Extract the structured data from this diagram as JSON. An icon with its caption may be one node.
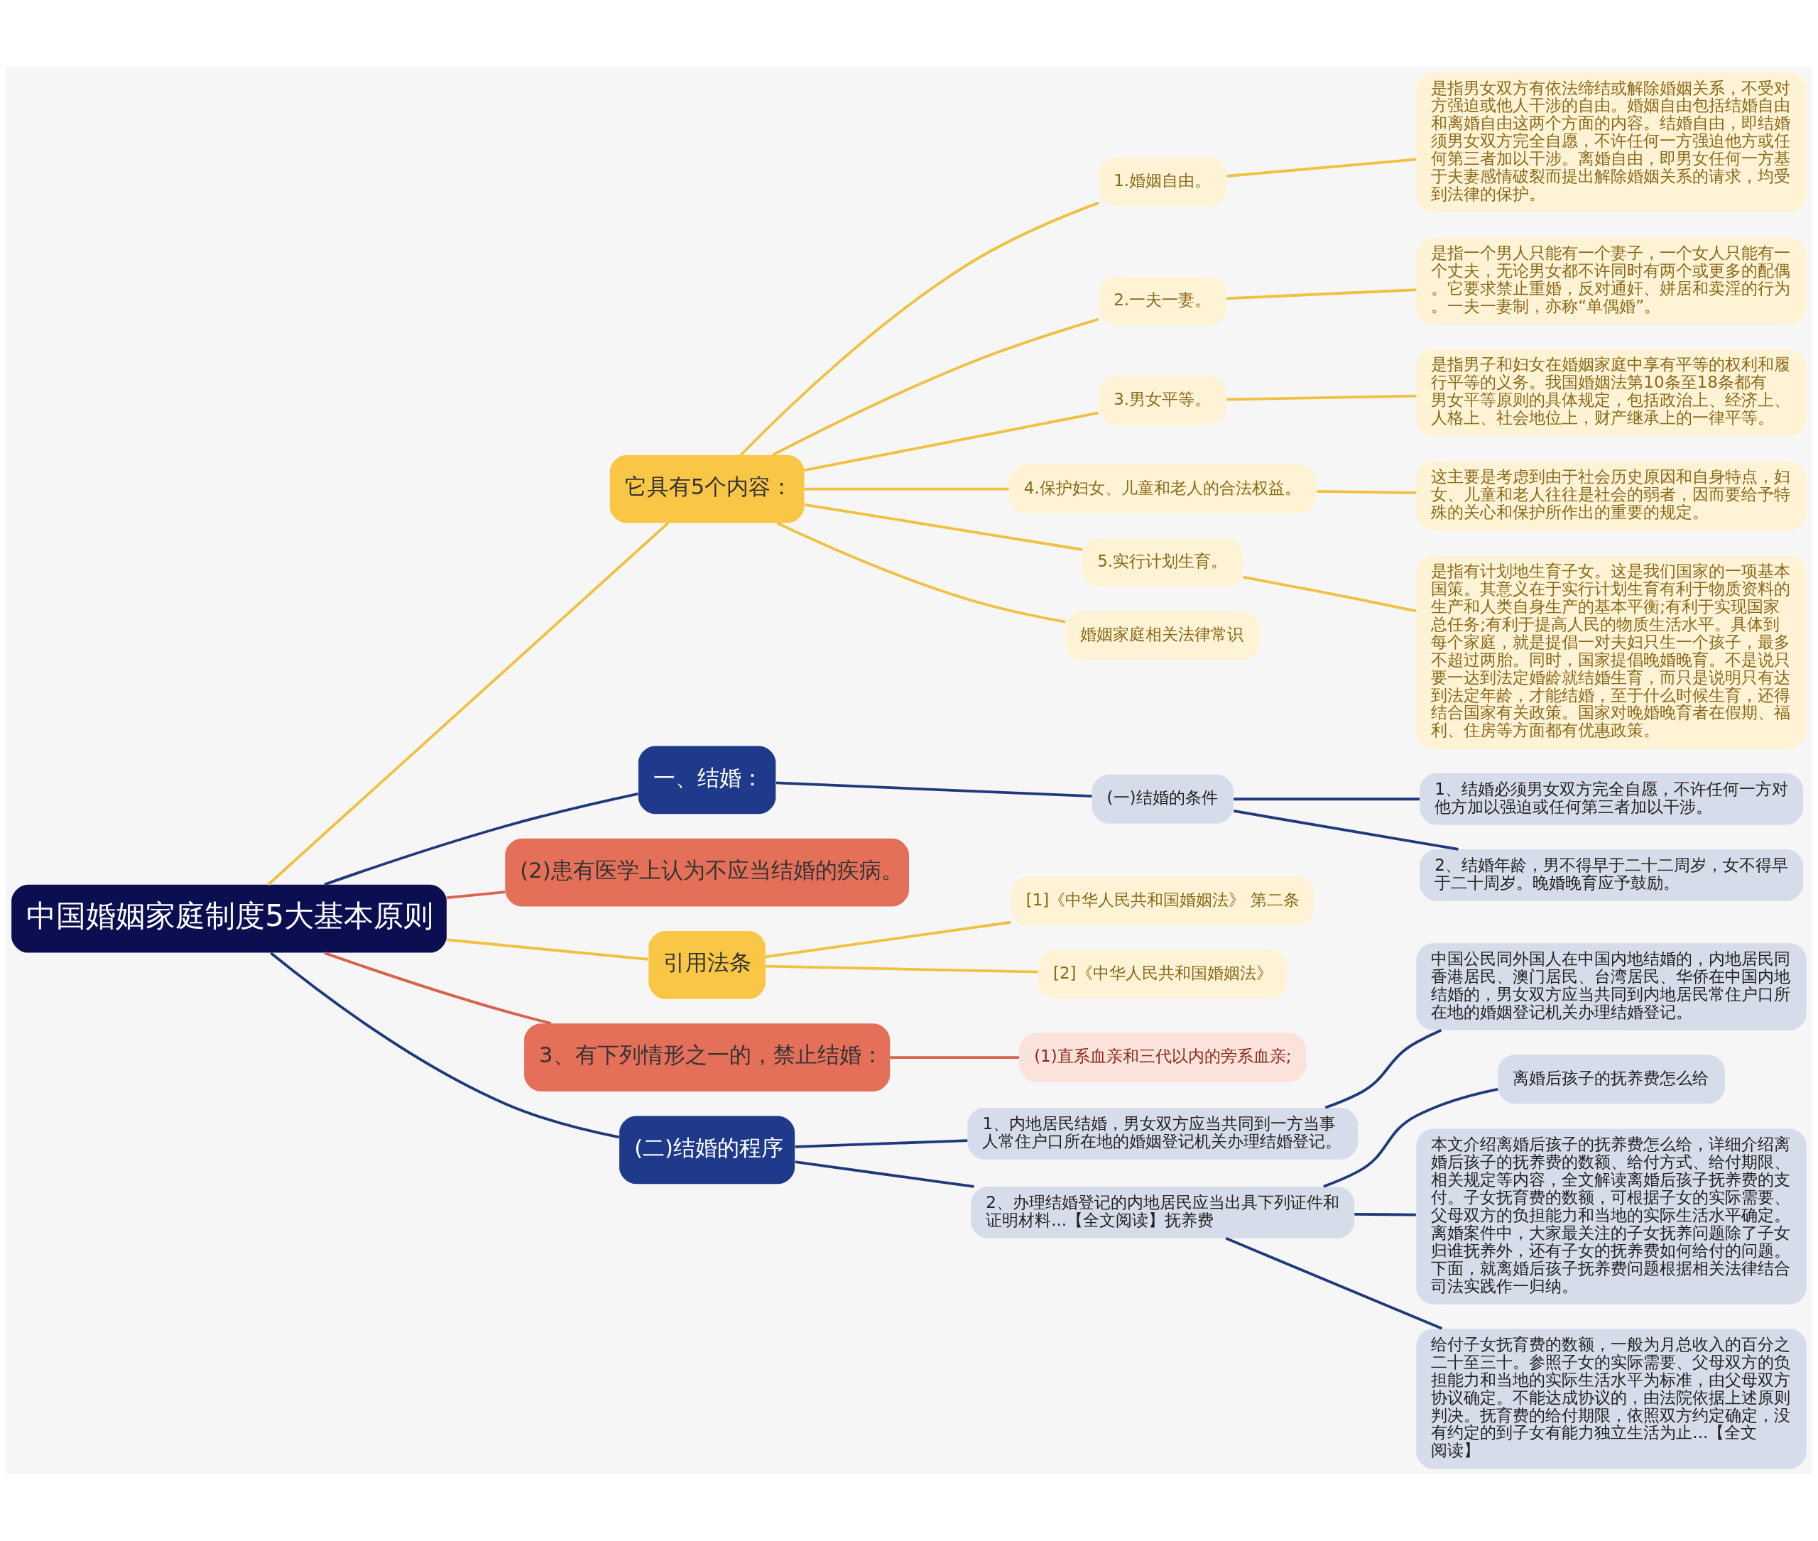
{
  "diagram": {
    "nodes": [
      {
        "text": [
          "中国婚姻家庭制度5大基本原则"
        ]
      },
      {
        "text": [
          "它具有5个内容："
        ]
      },
      {
        "text": [
          "1.婚姻自由。"
        ]
      },
      {
        "text": [
          "是指男女双方有依法缔结或解除婚姻关系，不受对方强迫或他人干涉的自由。婚姻自由包括结婚自由和离婚自由这两个方面的内容。结婚自由，即结婚须男女双方完全自愿，不许任何一方强迫他方或任何第三者加以干涉。离婚自由，即男女任何一方基于夫妻感情破裂而提出解除婚姻关系的请求，均受到法律的保护。"
        ]
      },
      {
        "text": [
          "2.一夫一妻。"
        ]
      },
      {
        "text": [
          "是指一个男人只能有一个妻子，一个女人只能有一个丈夫，无论男女都不许同时有两个或更多的配偶。它要求禁止重婚，反对通奸、姘居和卖淫的行为。一夫一妻制，亦称“单偶婚”。"
        ]
      },
      {
        "text": [
          "3.男女平等。"
        ]
      },
      {
        "text": [
          "是指男子和妇女在婚姻家庭中享有平等的权利和履行平等的义务。我国婚姻法第10条至18条都有男女平等原则的具体规定，包括政治上、经济上、人格上、社会地位上，财产继承上的一律平等。"
        ]
      },
      {
        "text": [
          "4.保护妇女、儿童和老人的合法权益。"
        ]
      },
      {
        "text": [
          "这主要是考虑到由于社会历史原因和自身特点，妇女、儿童和老人往往是社会的弱者，因而要给予特殊的关心和保护所作出的重要的规定。"
        ]
      },
      {
        "text": [
          "5.实行计划生育。"
        ]
      },
      {
        "text": [
          "是指有计划地生育子女。这是我们国家的一项基本国策。其意义在于实行计划生育有利于物质资料的生产和人类自身生产的基本平衡;有利于实现国家总任务;有利于提高人民的物质生活水平。具体到每个家庭，就是提倡一对夫妇只生一个孩子，最多不超过两胎。同时，国家提倡晚婚晚育。不是说只要一达到法定婚龄就结婚生育，而只是说明只有达到法定年龄，才能结婚，至于什么时候生育，还得结合国家有关政策。国家对晚婚晚育者在假期、福利、住房等方面都有优惠政策。"
        ]
      },
      {
        "text": [
          "婚姻家庭相关法律常识"
        ]
      },
      {
        "text": [
          "一、结婚："
        ]
      },
      {
        "text": [
          "(一)结婚的条件"
        ]
      },
      {
        "text": [
          "1、结婚必须男女双方完全自愿，不许任何一方对他方加以强迫或任何第三者加以干涉。"
        ]
      },
      {
        "text": [
          "2、结婚年龄，男不得早于二十二周岁，女不得早于二十周岁。晚婚晚育应予鼓励。"
        ]
      },
      {
        "text": [
          "(2)患有医学上认为不应当结婚的疾病。"
        ]
      },
      {
        "text": [
          "引用法条"
        ]
      },
      {
        "text": [
          "[1]《中华人民共和国婚姻法》 第二条"
        ]
      },
      {
        "text": [
          "[2]《中华人民共和国婚姻法》"
        ]
      },
      {
        "text": [
          "3、有下列情形之一的，禁止结婚："
        ]
      },
      {
        "text": [
          "(1)直系血亲和三代以内的旁系血亲;"
        ]
      },
      {
        "text": [
          "(二)结婚的程序"
        ]
      },
      {
        "text": [
          "1、内地居民结婚，男女双方应当共同到一方当事人常住户口所在地的婚姻登记机关办理结婚登记。"
        ]
      },
      {
        "text": [
          "中国公民同外国人在中国内地结婚的，内地居民同香港居民、澳门居民、台湾居民、华侨在中国内地结婚的，男女双方应当共同到内地居民常住户口所在地的婚姻登记机关办理结婚登记。"
        ]
      },
      {
        "text": [
          "2、办理结婚登记的内地居民应当出具下列证件和证明材料...【全文阅读】抚养费"
        ]
      },
      {
        "text": [
          "离婚后孩子的抚养费怎么给"
        ]
      },
      {
        "text": [
          "本文介绍离婚后孩子的抚养费怎么给，详细介绍离婚后孩子的抚养费的数额、给付方式、给付期限、相关规定等内容，全文解读离婚后孩子抚养费的支付。子女抚育费的数额，可根据子女的实际需要、父母双方的负担能力和当地的实际生活水平确定。离婚案件中，大家最关注的子女抚养问题除了子女归谁抚养外，还有子女的抚养费如何给付的问题。下面，就离婚后孩子抚养费问题根据相关法律结合司法实践作一归纳。"
        ]
      },
      {
        "text": [
          "给付子女抚育费的数额，一般为月总收入的百分之二十至三十。参照子女的实际需要、父母双方的负担能力和当地的实际生活水平为标准，由父母双方协议确定。不能达成协议的，由法院依据上述原则判决。抚育费的给付期限，依照双方约定确定，没有约定的到子女有能力独立生活为止...【全文阅读】"
        ]
      }
    ],
    "edges": [
      {
        "from": 0,
        "to": 1,
        "arrow": "none"
      },
      {
        "from": 1,
        "to": 2,
        "arrow": "none"
      },
      {
        "from": 2,
        "to": 3,
        "arrow": "none"
      },
      {
        "from": 1,
        "to": 4,
        "arrow": "none"
      },
      {
        "from": 4,
        "to": 5,
        "arrow": "none"
      },
      {
        "from": 1,
        "to": 6,
        "arrow": "none"
      },
      {
        "from": 6,
        "to": 7,
        "arrow": "none"
      },
      {
        "from": 1,
        "to": 8,
        "arrow": "none"
      },
      {
        "from": 8,
        "to": 9,
        "arrow": "none"
      },
      {
        "from": 1,
        "to": 10,
        "arrow": "none"
      },
      {
        "from": 10,
        "to": 11,
        "arrow": "none"
      },
      {
        "from": 1,
        "to": 12,
        "arrow": "none"
      },
      {
        "from": 0,
        "to": 13,
        "arrow": "none",
        "color": "#1f3a7a"
      },
      {
        "from": 13,
        "to": 14,
        "arrow": "none",
        "color": "#1f3a7a"
      },
      {
        "from": 14,
        "to": 15,
        "arrow": "none",
        "color": "#1f3a7a"
      },
      {
        "from": 14,
        "to": 16,
        "arrow": "none",
        "color": "#1f3a7a"
      },
      {
        "from": 0,
        "to": 17,
        "arrow": "none",
        "color": "#d9624e"
      },
      {
        "from": 0,
        "to": 18,
        "arrow": "none"
      },
      {
        "from": 18,
        "to": 19,
        "arrow": "none"
      },
      {
        "from": 18,
        "to": 20,
        "arrow": "none"
      },
      {
        "from": 0,
        "to": 21,
        "arrow": "none",
        "color": "#d9624e"
      },
      {
        "from": 21,
        "to": 22,
        "arrow": "none",
        "color": "#d9624e"
      },
      {
        "from": 0,
        "to": 23,
        "arrow": "none",
        "color": "#1f3a7a"
      },
      {
        "from": 23,
        "to": 24,
        "arrow": "none",
        "color": "#1f3a7a"
      },
      {
        "from": 24,
        "to": 25,
        "arrow": "none",
        "color": "#1f3a7a"
      },
      {
        "from": 23,
        "to": 26,
        "arrow": "none",
        "color": "#1f3a7a"
      },
      {
        "from": 26,
        "to": 27,
        "arrow": "none",
        "color": "#1f3a7a"
      },
      {
        "from": 26,
        "to": 28,
        "arrow": "none",
        "color": "#1f3a7a"
      },
      {
        "from": 26,
        "to": 29,
        "arrow": "none",
        "color": "#1f3a7a"
      }
    ]
  }
}
